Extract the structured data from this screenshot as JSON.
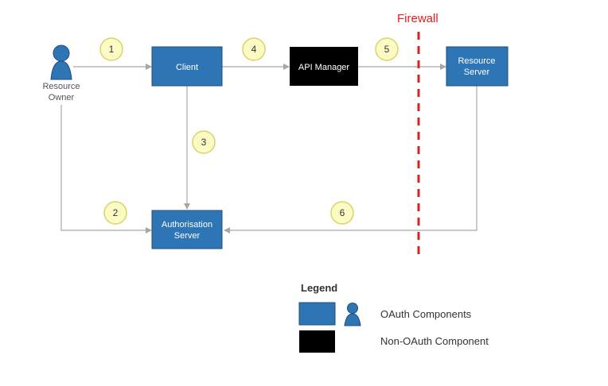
{
  "diagram": {
    "nodes": {
      "resource_owner": {
        "label_line1": "Resource",
        "label_line2": "Owner"
      },
      "client": {
        "label": "Client"
      },
      "api_manager": {
        "label": "API Manager"
      },
      "resource_server": {
        "label_line1": "Resource",
        "label_line2": "Server"
      },
      "authorisation_server": {
        "label_line1": "Authorisation",
        "label_line2": "Server"
      }
    },
    "steps": [
      "1",
      "2",
      "3",
      "4",
      "5",
      "6"
    ],
    "firewall": {
      "label": "Firewall"
    },
    "legend": {
      "title": "Legend",
      "oauth_label": "OAuth Components",
      "non_oauth_label": "Non-OAuth Component"
    },
    "colors": {
      "oauth_component": "#2e75b6",
      "non_oauth_component": "#000000",
      "step_badge_fill": "#fdfbc4",
      "step_badge_stroke": "#d8d36a",
      "firewall": "#e02020",
      "connector": "#a6a6a6"
    }
  }
}
